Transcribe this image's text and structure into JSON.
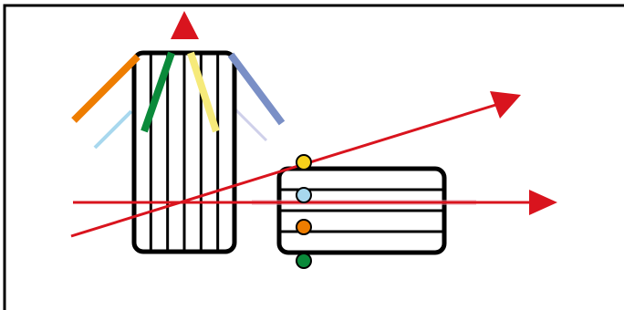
{
  "colors": {
    "frame": "#000000",
    "background": "#ffffff",
    "beam": "#d9141e",
    "orange": "#ee7d00",
    "green": "#0a8a3a",
    "yellow": "#f6ea7a",
    "blue": "#7a8fc6",
    "light_blue": "#a8d8ee",
    "lavender": "#cfd0ea",
    "dot_yellow": "#f7d11a",
    "dot_light_blue": "#a8d8ee",
    "dot_orange": "#ee7d00",
    "dot_green": "#0a8a3a",
    "pink_ghost": "#e8a0b0"
  },
  "icons": {
    "up_arrow": "arrow-up-icon",
    "diagonal_arrow": "arrow-diagonal-icon",
    "right_arrow": "arrow-right-icon"
  },
  "elements": {
    "vertical_grating": {
      "line_count": 5
    },
    "horizontal_grating": {
      "line_count": 3
    },
    "dots": [
      "yellow",
      "light_blue",
      "orange",
      "green"
    ],
    "beams": [
      "diagonal",
      "horizontal",
      "vertical"
    ]
  }
}
